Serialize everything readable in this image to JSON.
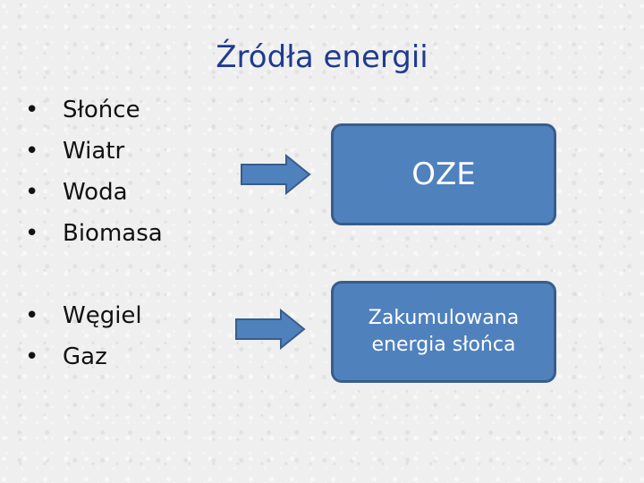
{
  "slide": {
    "title": "Źródła energii",
    "renewables": [
      "Słońce",
      "Wiatr",
      "Woda",
      "Biomasa"
    ],
    "fossils": [
      "Węgiel",
      "Gaz"
    ],
    "renewable_box_label": "OZE",
    "fossil_box_label": "Zakumulowana energia słońca"
  },
  "colors": {
    "title": "#1f3b8f",
    "box_fill": "#4f81bd",
    "box_border": "#385d8a",
    "arrow_fill": "#4f81bd",
    "arrow_border": "#385d8a"
  },
  "icons": [
    "arrow-right-icon",
    "arrow-right-icon"
  ]
}
